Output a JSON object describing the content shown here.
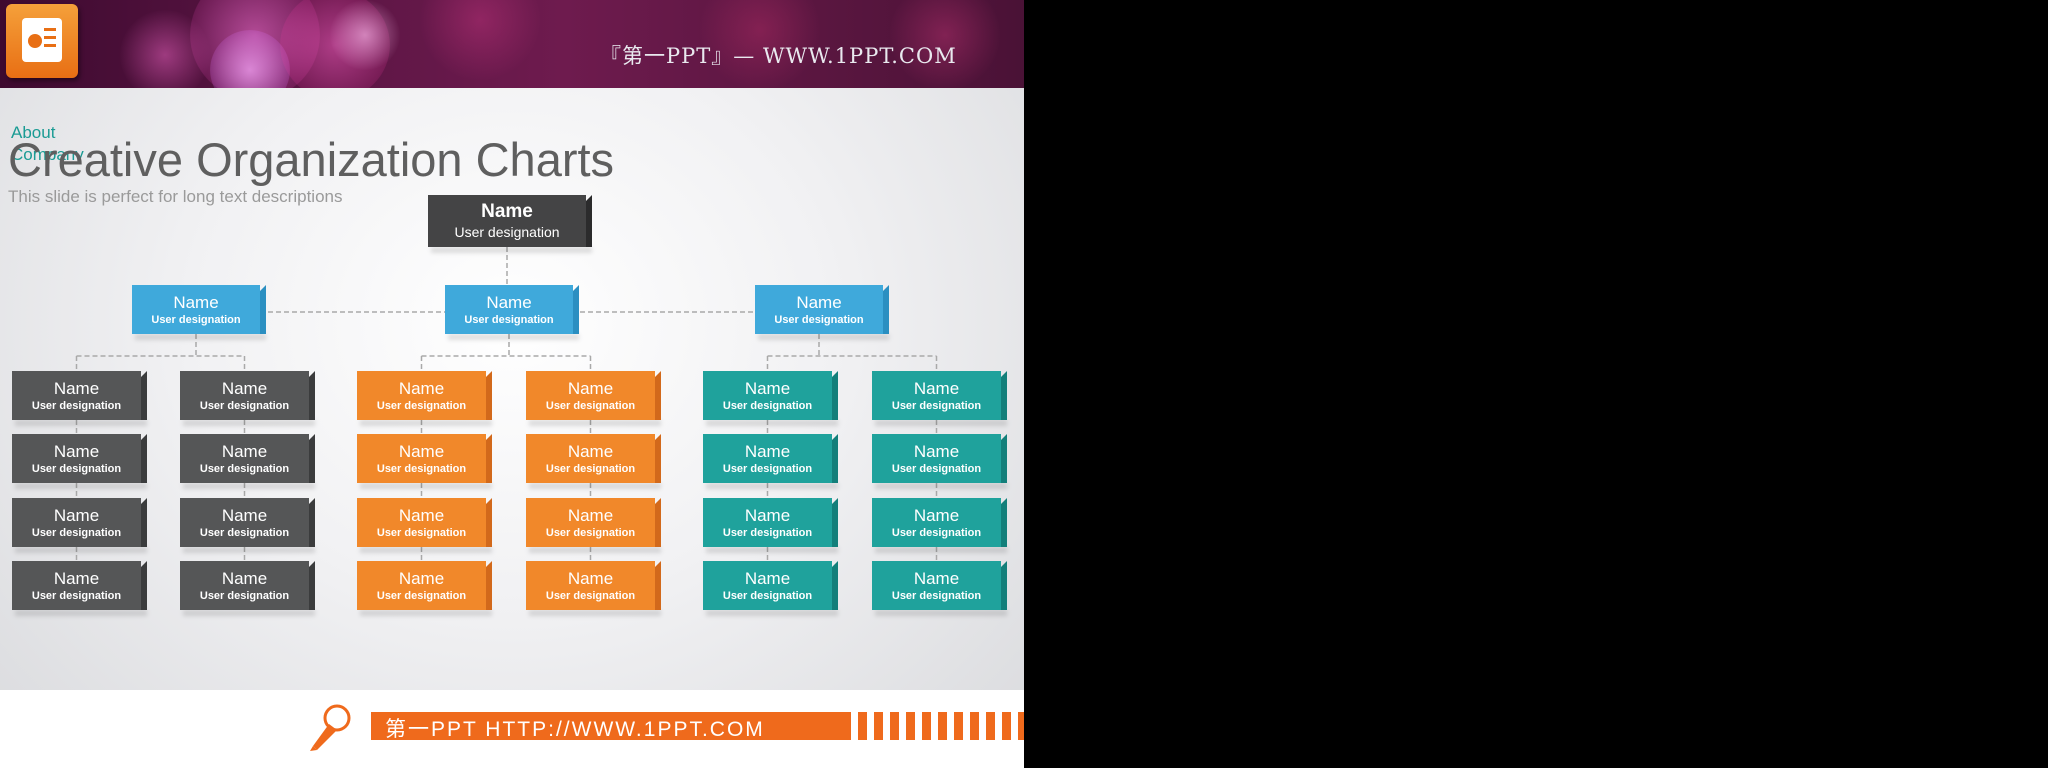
{
  "banner": {
    "brand_text": "『第一PPT』— WWW.1PPT.COM",
    "icon": "presentation-icon"
  },
  "header": {
    "about": "About Company",
    "title": "Creative Organization Charts",
    "subtitle": "This slide is perfect for long text descriptions"
  },
  "colors": {
    "dark": "#555657",
    "dark_side": "#3b3c3d",
    "top": "#444445",
    "top_side": "#2b2b2c",
    "blue": "#3fa9db",
    "blue_side": "#2b8fc1",
    "orange": "#f1882a",
    "orange_side": "#d2691b",
    "teal": "#1fa29c",
    "teal_side": "#137f7a"
  },
  "org": {
    "root": {
      "name": "Name",
      "designation": "User designation"
    },
    "departments": [
      {
        "name": "Name",
        "designation": "User designation",
        "color": "blue",
        "columns": [
          {
            "color": "dark",
            "members": [
              {
                "name": "Name",
                "designation": "User designation"
              },
              {
                "name": "Name",
                "designation": "User designation"
              },
              {
                "name": "Name",
                "designation": "User designation"
              },
              {
                "name": "Name",
                "designation": "User designation"
              }
            ]
          },
          {
            "color": "dark",
            "members": [
              {
                "name": "Name",
                "designation": "User designation"
              },
              {
                "name": "Name",
                "designation": "User designation"
              },
              {
                "name": "Name",
                "designation": "User designation"
              },
              {
                "name": "Name",
                "designation": "User designation"
              }
            ]
          }
        ]
      },
      {
        "name": "Name",
        "designation": "User designation",
        "color": "blue",
        "columns": [
          {
            "color": "orange",
            "members": [
              {
                "name": "Name",
                "designation": "User designation"
              },
              {
                "name": "Name",
                "designation": "User designation"
              },
              {
                "name": "Name",
                "designation": "User designation"
              },
              {
                "name": "Name",
                "designation": "User designation"
              }
            ]
          },
          {
            "color": "orange",
            "members": [
              {
                "name": "Name",
                "designation": "User designation"
              },
              {
                "name": "Name",
                "designation": "User designation"
              },
              {
                "name": "Name",
                "designation": "User designation"
              },
              {
                "name": "Name",
                "designation": "User designation"
              }
            ]
          }
        ]
      },
      {
        "name": "Name",
        "designation": "User designation",
        "color": "blue",
        "columns": [
          {
            "color": "teal",
            "members": [
              {
                "name": "Name",
                "designation": "User designation"
              },
              {
                "name": "Name",
                "designation": "User designation"
              },
              {
                "name": "Name",
                "designation": "User designation"
              },
              {
                "name": "Name",
                "designation": "User designation"
              }
            ]
          },
          {
            "color": "teal",
            "members": [
              {
                "name": "Name",
                "designation": "User designation"
              },
              {
                "name": "Name",
                "designation": "User designation"
              },
              {
                "name": "Name",
                "designation": "User designation"
              },
              {
                "name": "Name",
                "designation": "User designation"
              }
            ]
          }
        ]
      }
    ]
  },
  "footer": {
    "text": "第一PPT HTTP://WWW.1PPT.COM",
    "icon": "pencil-icon"
  }
}
